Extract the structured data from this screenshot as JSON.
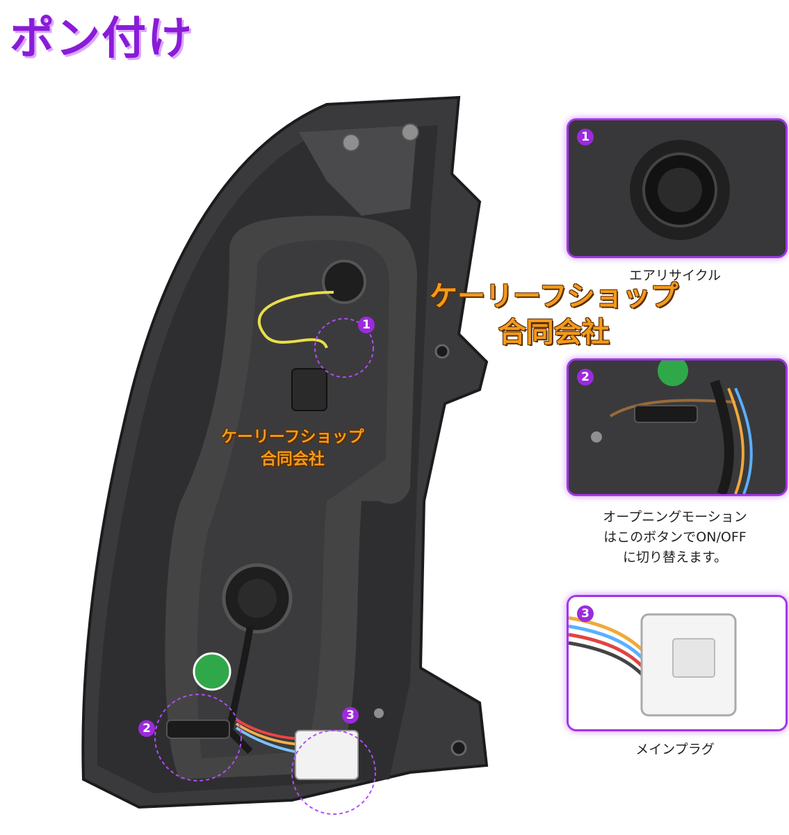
{
  "header": {
    "title": "ポン付け"
  },
  "callouts": {
    "n1": "1",
    "n2": "2",
    "n3": "3"
  },
  "insets": [
    {
      "number": "1",
      "caption": "エアリサイクル"
    },
    {
      "number": "2",
      "caption_lines": [
        "オープニングモーション",
        "はこのボタンでON/OFF",
        "に切り替えます。"
      ]
    },
    {
      "number": "3",
      "caption": "メインプラグ"
    }
  ],
  "watermark": {
    "company": "ケーリーフショップ",
    "company_type": "合同会社"
  },
  "colors": {
    "accent": "#9b2bdc",
    "title": "#8a1bd8",
    "watermark": "#f39a1c"
  }
}
